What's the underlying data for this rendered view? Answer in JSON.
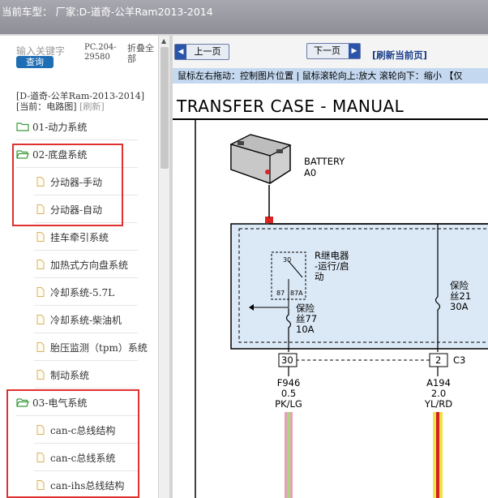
{
  "header": {
    "title": "当前车型： 厂家:D-道奇-公羊Ram2013-2014"
  },
  "left_panel": {
    "search_placeholder": "输入关键字",
    "search_button": "查询",
    "doc_code": "PC.204-\n29580",
    "collapse_all": "折叠全部",
    "breadcrumb_model": "[D-道奇-公羊Ram-2013-2014]",
    "breadcrumb_current": "[当前：电路图]",
    "breadcrumb_refresh": "[刷新]"
  },
  "tree": {
    "items": [
      {
        "label": "01-动力系统",
        "type": "folder"
      },
      {
        "label": "02-底盘系统",
        "type": "folder-open"
      },
      {
        "label": "分动器-手动",
        "type": "doc"
      },
      {
        "label": "分动器-自动",
        "type": "doc"
      },
      {
        "label": "挂车牵引系统",
        "type": "doc"
      },
      {
        "label": "加热式方向盘系统",
        "type": "doc"
      },
      {
        "label": "冷却系统-5.7L",
        "type": "doc"
      },
      {
        "label": "冷却系统-柴油机",
        "type": "doc"
      },
      {
        "label": "胎压监测（tpm）系统",
        "type": "doc"
      },
      {
        "label": "制动系统",
        "type": "doc"
      },
      {
        "label": "03-电气系统",
        "type": "folder-open"
      },
      {
        "label": "can-c总线结构",
        "type": "doc"
      },
      {
        "label": "can-c总线系统",
        "type": "doc"
      },
      {
        "label": "can-ihs总线结构",
        "type": "doc"
      }
    ]
  },
  "toolbar": {
    "prev_label": "上一页",
    "next_label": "下一页",
    "refresh_label": "[刷新当前页]",
    "hint_text": "鼠标左右拖动：控制图片位置 | 鼠标滚轮向上:放大  滚轮向下：缩小 【仅"
  },
  "diagram": {
    "title": "TRANSFER CASE - MANUAL",
    "battery_label": "BATTERY",
    "battery_sub": "A0",
    "relay_label": "R继电器\n-运行/启\n动",
    "relay_pin30": "30",
    "relay_pin87": "87",
    "relay_pin87a": "87A",
    "fuse77_label": "保险\n丝77\n10A",
    "fuse21_label": "保险\n丝21\n30A",
    "conn_pin1": "30",
    "conn_pin2": "2",
    "conn_name": "C3",
    "wire1_label": "F946\n0.5\nPK/LG",
    "wire2_label": "A194\n2.0\nYL/RD",
    "colors": {
      "diagram_bg": "#dbe9f6",
      "wire_pink": "#e8a0b8",
      "wire_yellow": "#f3e048",
      "wire_red": "#d02020"
    }
  }
}
